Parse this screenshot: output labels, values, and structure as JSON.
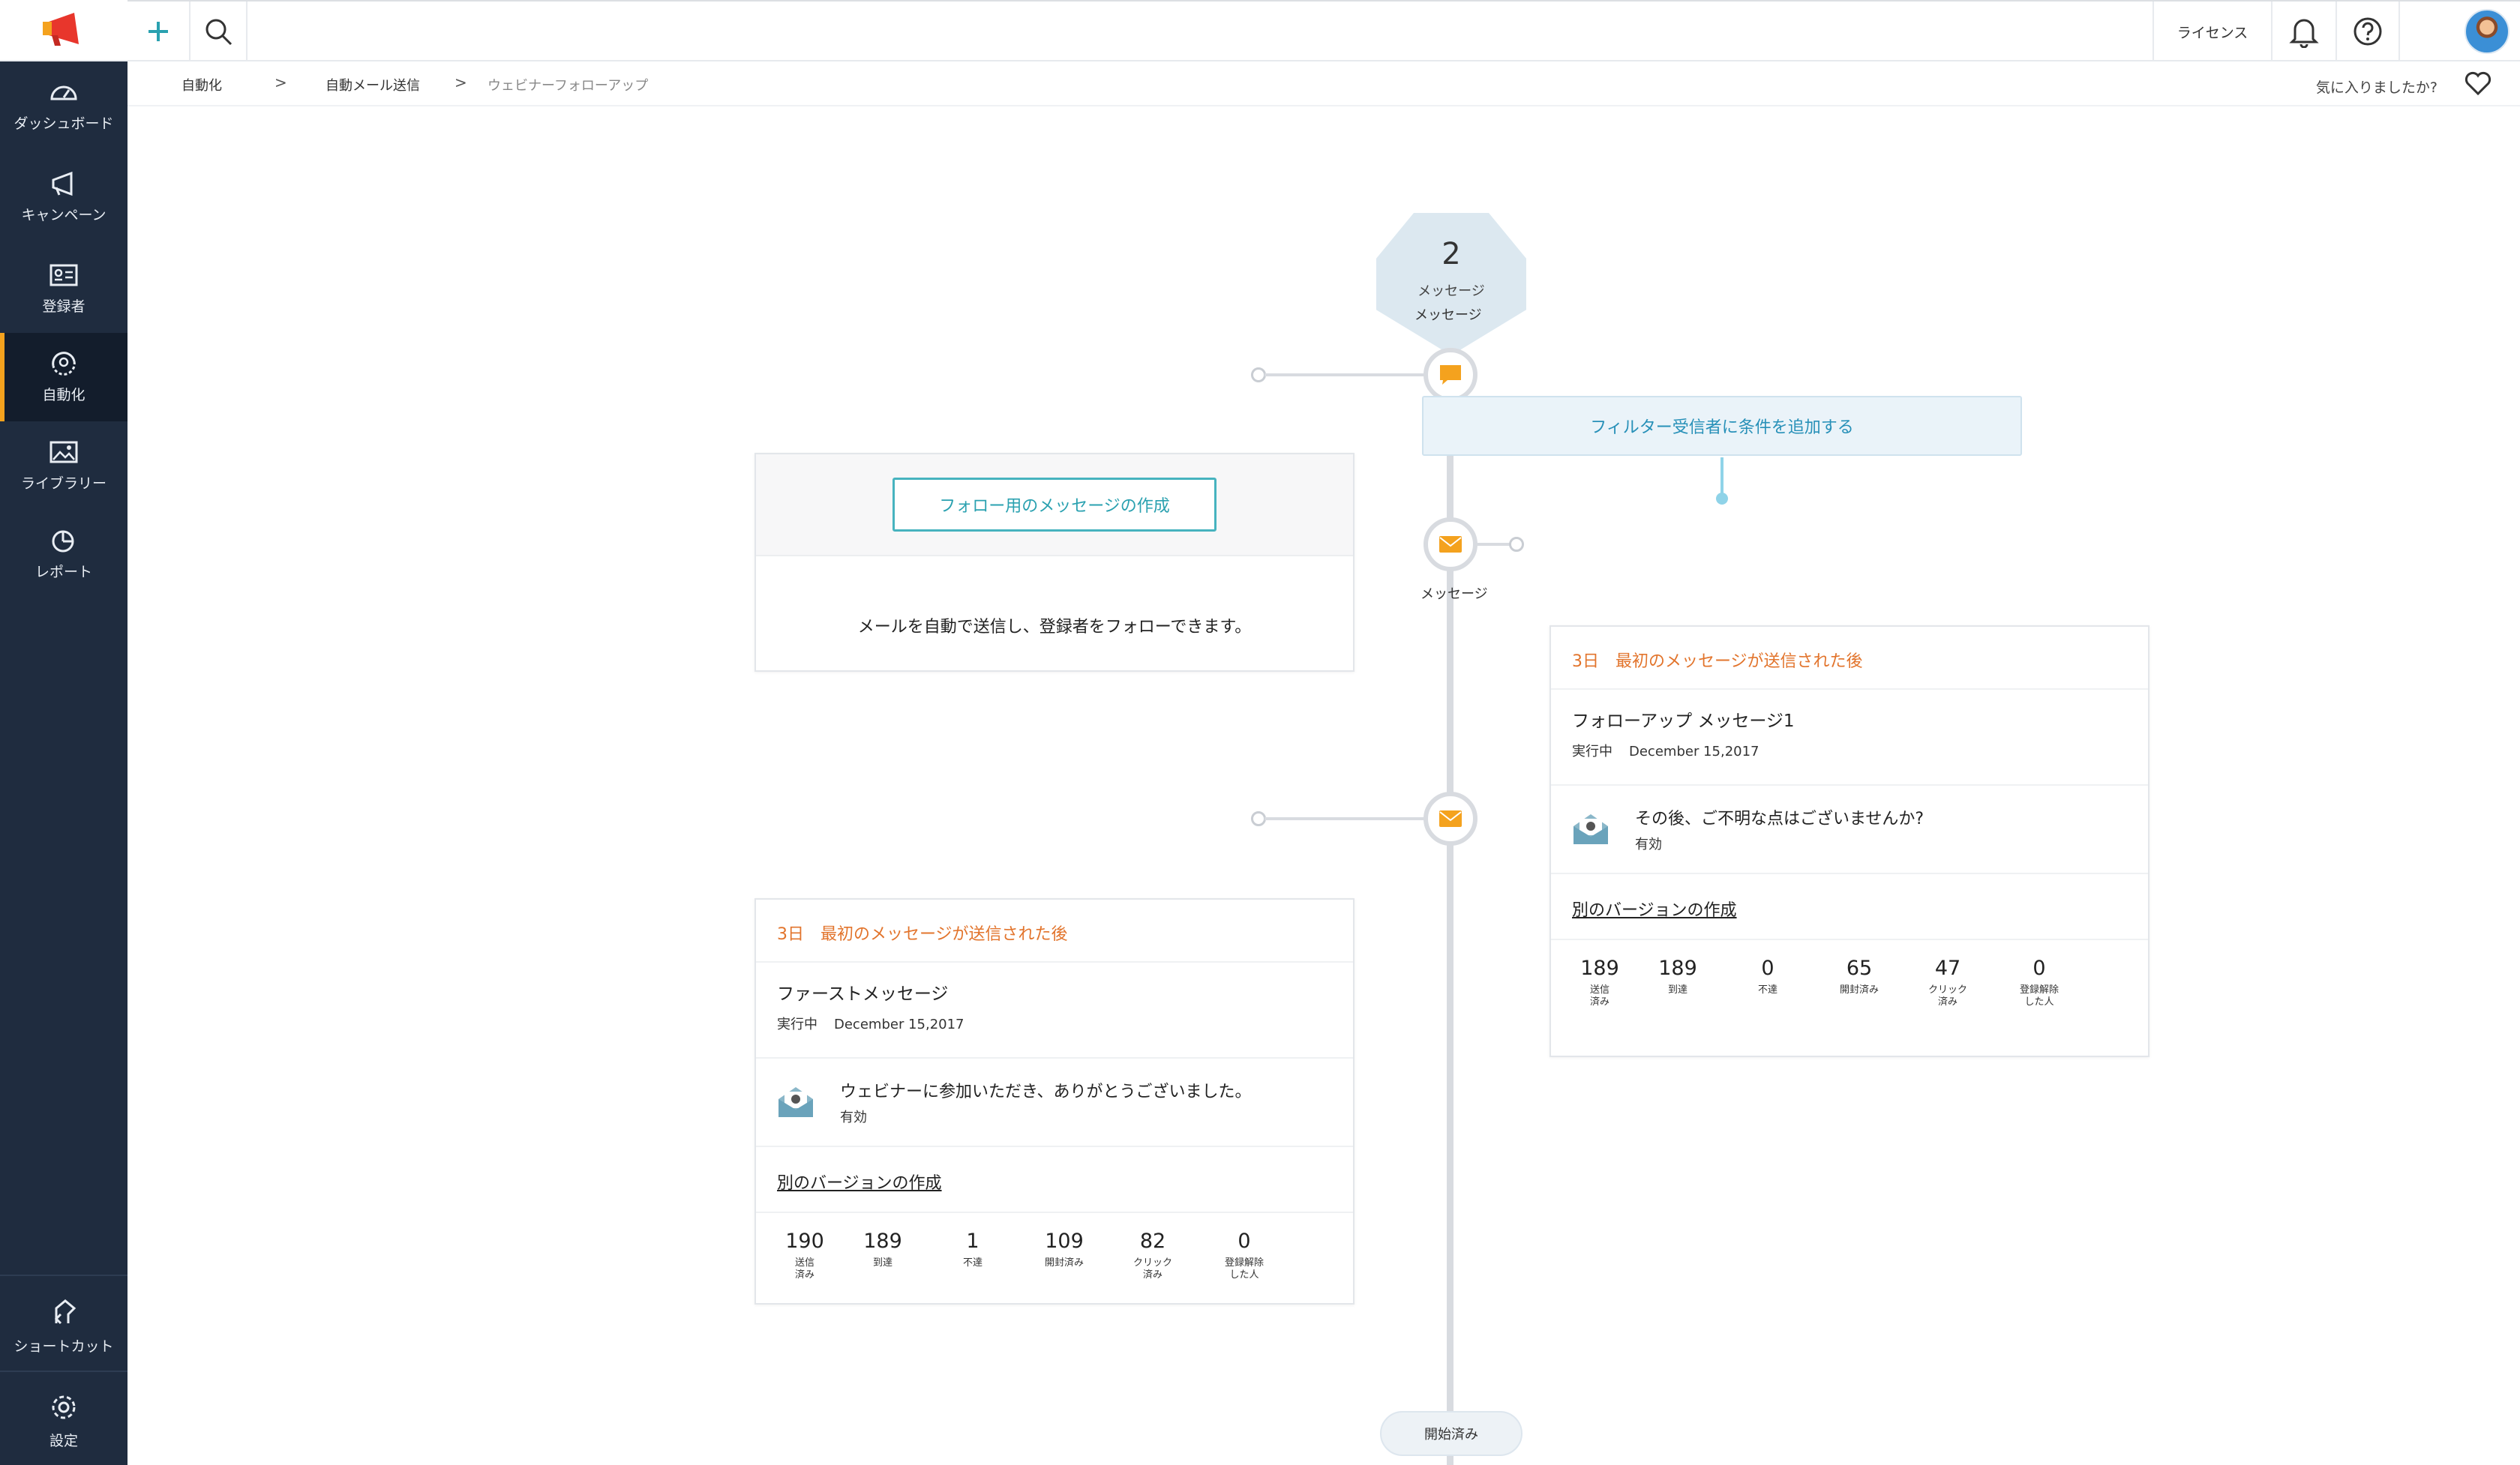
{
  "sidebar": {
    "items": [
      {
        "label": "ダッシュボード",
        "icon": "dashboard-icon"
      },
      {
        "label": "キャンペーン",
        "icon": "megaphone-icon"
      },
      {
        "label": "登録者",
        "icon": "contact-card-icon"
      },
      {
        "label": "自動化",
        "icon": "automation-icon",
        "active": true
      },
      {
        "label": "ライブラリー",
        "icon": "image-icon"
      },
      {
        "label": "レポート",
        "icon": "pie-chart-icon"
      }
    ],
    "bottom": [
      {
        "label": "ショートカット",
        "icon": "shortcut-icon"
      },
      {
        "label": "設定",
        "icon": "gear-icon"
      }
    ]
  },
  "topbar": {
    "license_label": "ライセンス"
  },
  "breadcrumb": {
    "items": [
      "自動化",
      "自動メール送信",
      "ウェビナーフォローアップ"
    ],
    "separator": ">",
    "feedback": "気に入りましたか?"
  },
  "flow": {
    "header_count": "2",
    "header_label": "メッセージ",
    "node_label_top": "メッセージ",
    "node_label_mid": "メッセージ",
    "started_label": "開始済み"
  },
  "follow_card": {
    "button_label": "フォロー用のメッセージの作成",
    "description": "メールを自動で送信し、登録者をフォローできます。"
  },
  "filter": {
    "button_label": "フィルター受信者に条件を追加する"
  },
  "messages": [
    {
      "delay": "3日　最初のメッセージが送信された後",
      "name": "フォローアップ メッセージ1",
      "status": "実行中",
      "date": "December 15,2017",
      "subject": "その後、ご不明な点はございませんか?",
      "subject_status": "有効",
      "variant_link": "別のバージョンの作成",
      "stats": [
        {
          "value": "189",
          "label": "送信済み"
        },
        {
          "value": "189",
          "label": "到達"
        },
        {
          "value": "0",
          "label": "不達"
        },
        {
          "value": "65",
          "label": "開封済み"
        },
        {
          "value": "47",
          "label": "クリック済み"
        },
        {
          "value": "0",
          "label": "登録解除した人"
        }
      ]
    },
    {
      "delay": "3日　最初のメッセージが送信された後",
      "name": "ファーストメッセージ",
      "status": "実行中",
      "date": "December 15,2017",
      "subject": "ウェビナーに参加いただき、ありがとうございました。",
      "subject_status": "有効",
      "variant_link": "別のバージョンの作成",
      "stats": [
        {
          "value": "190",
          "label": "送信済み"
        },
        {
          "value": "189",
          "label": "到達"
        },
        {
          "value": "1",
          "label": "不達"
        },
        {
          "value": "109",
          "label": "開封済み"
        },
        {
          "value": "82",
          "label": "クリック済み"
        },
        {
          "value": "0",
          "label": "登録解除した人"
        }
      ]
    }
  ],
  "colors": {
    "sidebar_bg": "#1f2c3f",
    "accent": "#f4a21e",
    "teal": "#2aa1b0",
    "delay_orange": "#e2742c"
  }
}
